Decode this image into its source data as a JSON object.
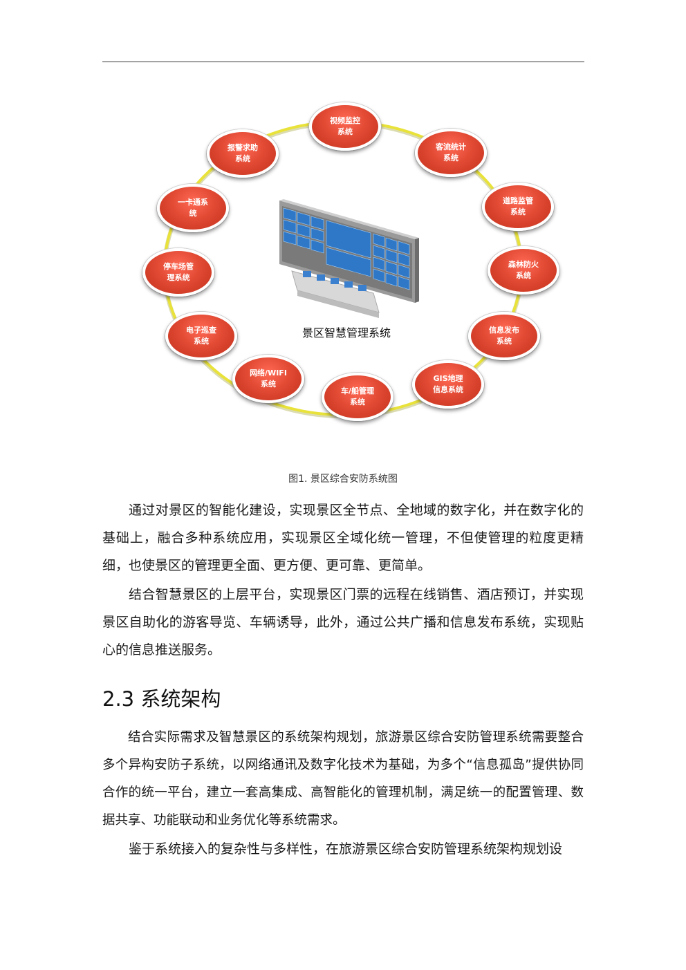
{
  "figure": {
    "center_label": "景区智慧管理系统",
    "nodes": [
      {
        "label": "视频监控\n系统"
      },
      {
        "label": "客流统计\n系统"
      },
      {
        "label": "道路监管\n系统"
      },
      {
        "label": "森林防火\n系统"
      },
      {
        "label": "信息发布\n系统"
      },
      {
        "label": "GIS地理\n信息系统"
      },
      {
        "label": "车/船管理\n系统"
      },
      {
        "label": "网络/WIFI\n系统"
      },
      {
        "label": "电子巡查\n系统"
      },
      {
        "label": "停车场管\n理系统"
      },
      {
        "label": "一卡通系\n统"
      },
      {
        "label": "报警求助\n系统"
      }
    ],
    "caption": "图1. 景区综合安防系统图",
    "colors": {
      "node": "#e04a35",
      "ring": "#e8e23a"
    }
  },
  "paragraphs": [
    "通过对景区的智能化建设，实现景区全节点、全地域的数字化，并在数字化的基础上，融合多种系统应用，实现景区全域化统一管理，不但使管理的粒度更精细，也使景区的管理更全面、更方便、更可靠、更简单。",
    "结合智慧景区的上层平台，实现景区门票的远程在线销售、酒店预订，并实现景区自助化的游客导览、车辆诱导，此外，通过公共广播和信息发布系统，实现贴心的信息推送服务。"
  ],
  "section": {
    "heading": "2.3 系统架构"
  },
  "paragraphs2": [
    "结合实际需求及智慧景区的系统架构规划，旅游景区综合安防管理系统需要整合多个异构安防子系统，以网络通讯及数字化技术为基础，为多个“信息孤岛”提供协同合作的统一平台，建立一套高集成、高智能化的管理机制，满足统一的配置管理、数据共享、功能联动和业务优化等系统需求。",
    "鉴于系统接入的复杂性与多样性，在旅游景区综合安防管理系统架构规划设"
  ]
}
